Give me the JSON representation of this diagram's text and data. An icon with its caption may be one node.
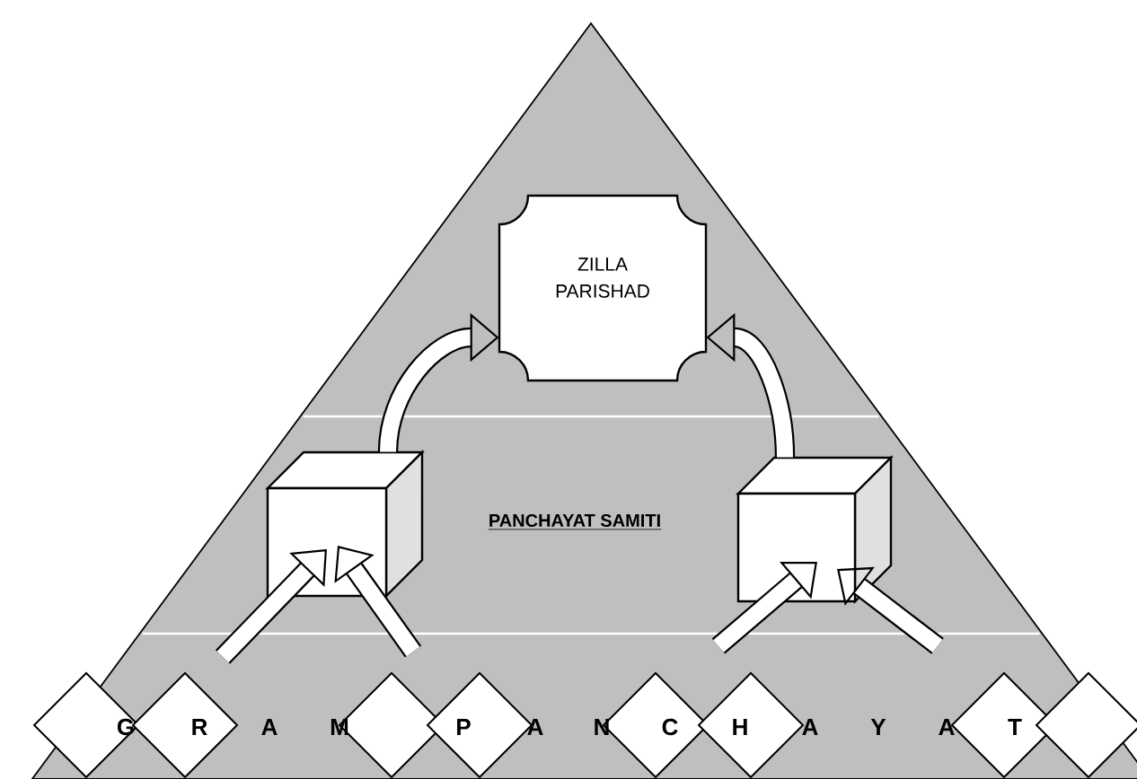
{
  "diagram": {
    "nodes": [
      {
        "text": [
          "ZILLA PARISHAD"
        ]
      },
      {
        "text": [],
        "shape": "box"
      },
      {
        "text": [],
        "shape": "box"
      }
    ],
    "edges": [
      {
        "from": 1,
        "to": 0,
        "arrow": "to"
      },
      {
        "from": 2,
        "to": 0,
        "arrow": "to"
      },
      {
        "from": null,
        "to": 1,
        "arrow": "to"
      },
      {
        "from": null,
        "to": 1,
        "arrow": "to"
      },
      {
        "from": null,
        "to": 2,
        "arrow": "to"
      },
      {
        "from": null,
        "to": 2,
        "arrow": "to"
      }
    ],
    "labels": [
      "PANCHAYAT SAMITI",
      "G",
      "R",
      "A",
      "M",
      "P",
      "A",
      "N",
      "C",
      "H",
      "A",
      "Y",
      "A",
      "T"
    ]
  }
}
